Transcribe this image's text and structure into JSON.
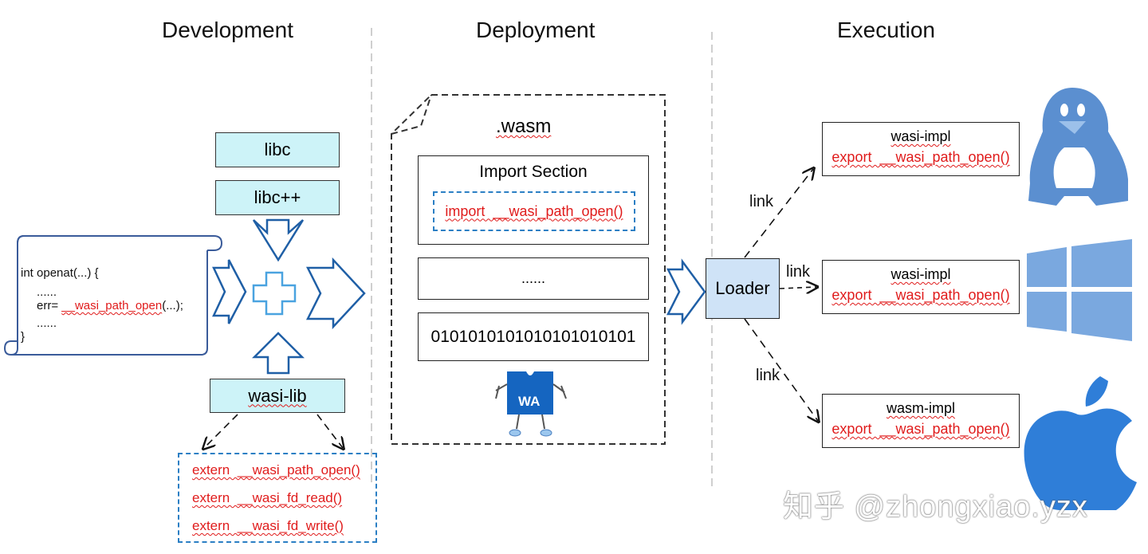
{
  "headings": {
    "development": "Development",
    "deployment": "Deployment",
    "execution": "Execution"
  },
  "development": {
    "libc": "libc",
    "libcpp": "libc++",
    "wasi_lib": "wasi-lib",
    "code_lines": [
      "int openat(...) {",
      "......",
      "err= ",
      "__wasi_path_open",
      "(...);",
      "......",
      "}"
    ],
    "externs": [
      "extern  __wasi_path_open()",
      "extern  __wasi_fd_read()",
      "extern  __wasi_fd_write()"
    ]
  },
  "deployment": {
    "file_label": ".wasm",
    "import_section_title": "Import Section",
    "import_entry": "import  __wasi_path_open()",
    "ellipsis": "......",
    "binary": "0101010101010101010101",
    "logo_text": "WA"
  },
  "execution": {
    "loader": "Loader",
    "link_label": "link",
    "impls": [
      {
        "title": "wasi-impl",
        "export": "export  __wasi_path_open()"
      },
      {
        "title": "wasi-impl",
        "export": "export  __wasi_path_open()"
      },
      {
        "title": "wasm-impl",
        "export": "export  __wasi_path_open()"
      }
    ],
    "os_icons": [
      "linux-penguin-icon",
      "windows-logo-icon",
      "apple-logo-icon"
    ]
  },
  "watermark": "知乎 @zhongxiao.yzx",
  "colors": {
    "accent_blue": "#1f5fa6",
    "cyan_fill": "#cdf3f8",
    "red_text": "#e01b1b",
    "os_blue": "#7aa8df",
    "loader_fill": "#cfe3f7"
  }
}
